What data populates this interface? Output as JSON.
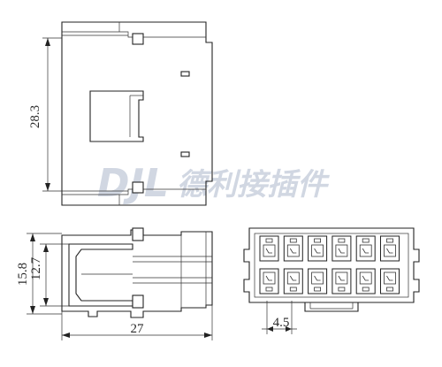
{
  "dimensions": {
    "height_top_view": "28.3",
    "height_side_outer": "15.8",
    "height_side_inner": "12.7",
    "length_side": "27",
    "pitch_front": "4.5"
  },
  "watermark": {
    "latin": "DJL",
    "chinese": "德利接插件"
  },
  "front_view": {
    "rows": 2,
    "columns": 6
  }
}
